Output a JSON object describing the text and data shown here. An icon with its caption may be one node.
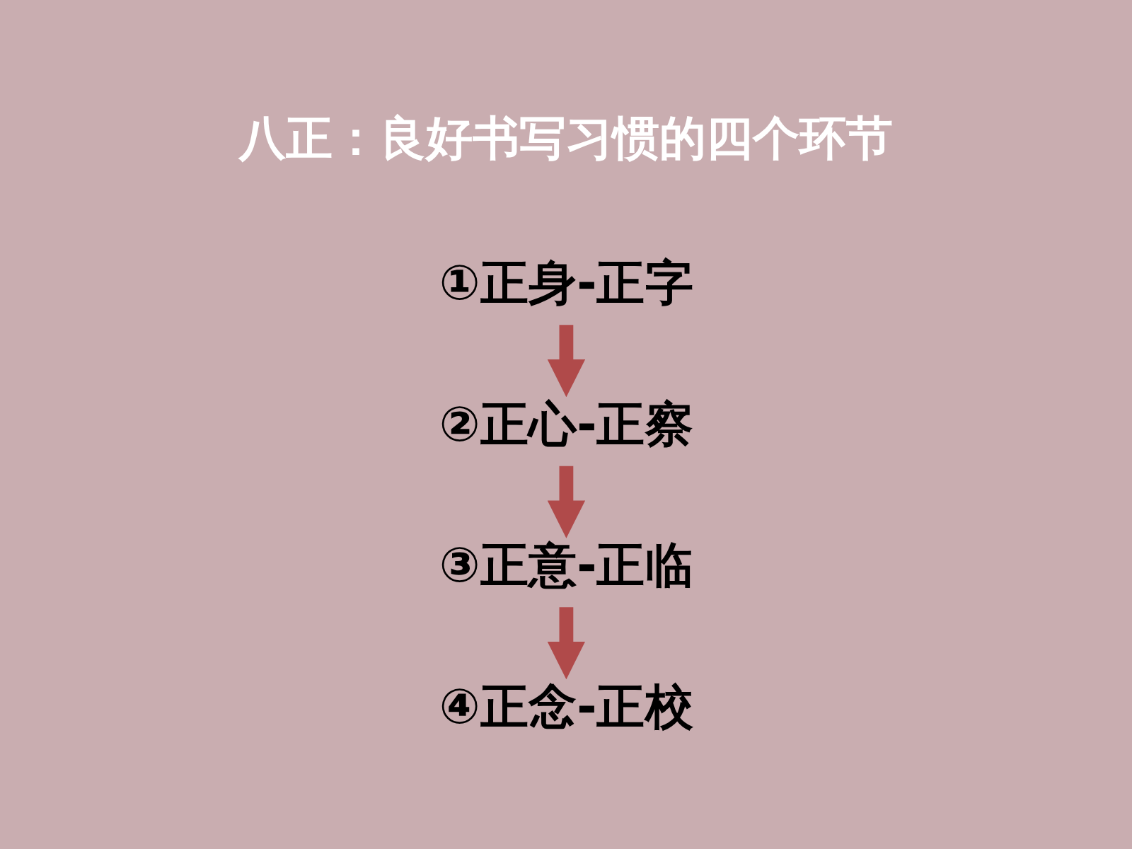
{
  "diagram": {
    "title": "八正：良好书写习惯的四个环节",
    "nodes": [
      {
        "text": [
          "①正身-正字"
        ]
      },
      {
        "text": [
          "②正心-正察"
        ]
      },
      {
        "text": [
          "③正意-正临"
        ]
      },
      {
        "text": [
          "④正念-正校"
        ]
      }
    ],
    "edges": [
      {
        "from": 0,
        "to": 1,
        "arrow": "to"
      },
      {
        "from": 1,
        "to": 2,
        "arrow": "to"
      },
      {
        "from": 2,
        "to": 3,
        "arrow": "to"
      }
    ]
  }
}
